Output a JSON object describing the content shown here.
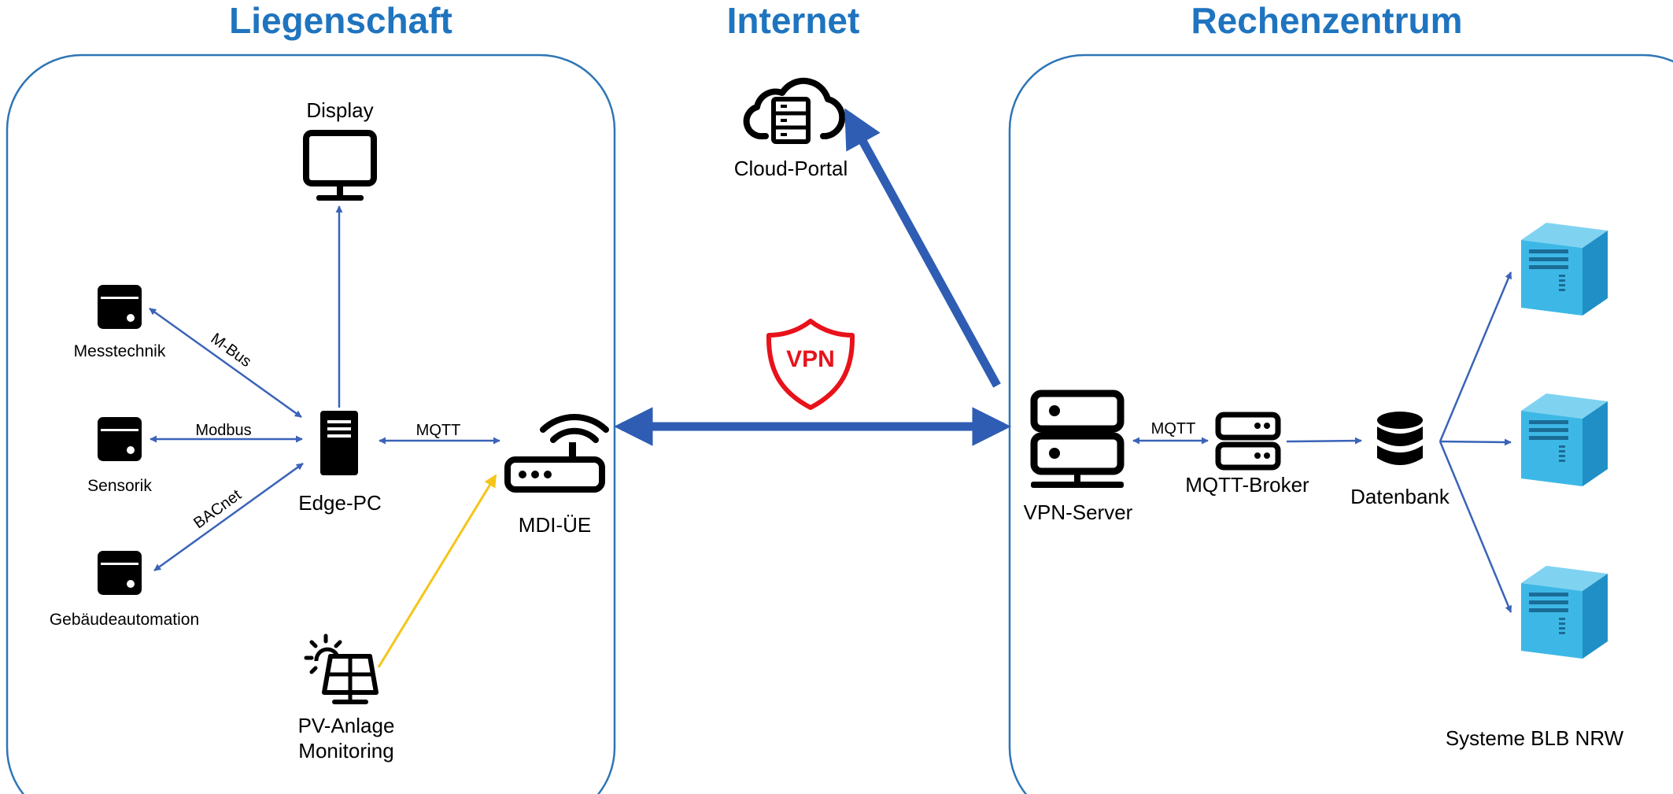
{
  "sections": {
    "property": "Liegenschaft",
    "internet": "Internet",
    "datacenter": "Rechenzentrum"
  },
  "nodes": {
    "display": "Display",
    "messtechnik": "Messtechnik",
    "sensorik": "Sensorik",
    "gebaeudeautomation": "Gebäudeautomation",
    "edge_pc": "Edge-PC",
    "mdi_ue": "MDI-ÜE",
    "pv_line1": "PV-Anlage",
    "pv_line2": "Monitoring",
    "cloud_portal": "Cloud-Portal",
    "vpn_server": "VPN-Server",
    "mqtt_broker": "MQTT-Broker",
    "datenbank": "Datenbank",
    "systems": "Systeme BLB NRW"
  },
  "edges": {
    "mbus": "M-Bus",
    "modbus": "Modbus",
    "bacnet": "BACnet",
    "mqtt_edge": "MQTT",
    "mqtt_server": "MQTT",
    "vpn_badge": "VPN"
  },
  "colors": {
    "title_blue": "#1f74bf",
    "container_border": "#2e75b6",
    "arrow_blue": "#3a63b8",
    "thick_arrow": "#2e5db3",
    "pv_arrow": "#f5c518",
    "vpn_red": "#e8121b",
    "server_light": "#3db8e6",
    "server_dark": "#1f8fc6"
  },
  "icons": [
    "monitor-icon",
    "device-icon",
    "pc-tower-icon",
    "router-icon",
    "solar-panel-icon",
    "cloud-server-icon",
    "shield-icon",
    "server-rack-icon",
    "database-icon",
    "server-3d-icon"
  ]
}
